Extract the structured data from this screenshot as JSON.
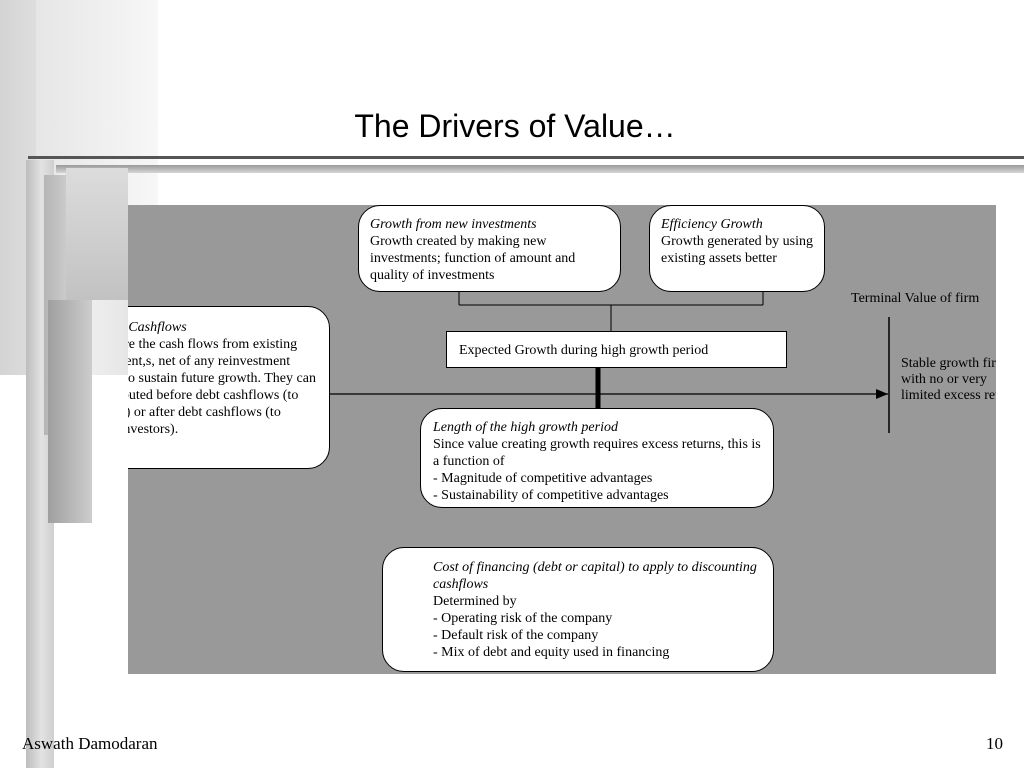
{
  "title": "The Drivers of Value…",
  "diagram": {
    "current_cashflows": {
      "heading": "Current Cashflows",
      "text": "These are the cash flows from existing investment,s, net of any reinvestment needed to sustain future growth. They can be computed before debt cashflows (to the firm) or after debt cashflows (to equity investors)."
    },
    "growth_new_investments": {
      "heading": "Growth from new investments",
      "text": "Growth created by making new investments; function of amount and quality of investments"
    },
    "efficiency_growth": {
      "heading": "Efficiency Growth",
      "text": "Growth generated by using existing assets better"
    },
    "expected_growth": "Expected Growth during high growth period",
    "length_high_growth": {
      "heading": "Length of the high growth period",
      "text": "Since value creating growth requires excess returns, this is a function of\n- Magnitude of competitive advantages\n- Sustainability of competitive advantages"
    },
    "terminal_value_label": "Terminal Value of firm",
    "stable_growth_text": "Stable growth firm,\nwith no or very\nlimited excess returns",
    "cost_of_financing": {
      "heading": "Cost of financing (debt or capital) to apply to discounting cashflows",
      "text": "Determined by\n- Operating risk of the company\n- Default risk of the company\n- Mix of debt and equity used in financing"
    }
  },
  "footer": {
    "author": "Aswath Damodaran",
    "page_number": "10"
  }
}
